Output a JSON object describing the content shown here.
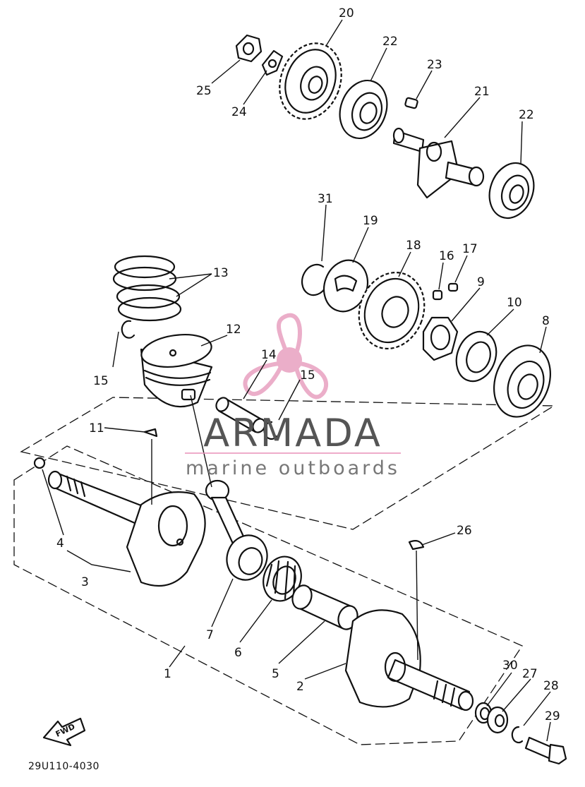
{
  "diagram": {
    "part_numbers": [
      "1",
      "2",
      "3",
      "4",
      "5",
      "6",
      "7",
      "8",
      "9",
      "10",
      "11",
      "12",
      "13",
      "14",
      "15",
      "15",
      "16",
      "17",
      "18",
      "19",
      "20",
      "21",
      "22",
      "22",
      "23",
      "24",
      "25",
      "26",
      "27",
      "28",
      "29",
      "30",
      "31"
    ],
    "direction_label": "FWD",
    "drawing_code": "29U110-4030"
  },
  "watermark": {
    "brand": "ARMADA",
    "tagline": "marine outboards",
    "colors": {
      "brand_text": "#555555",
      "accent_pink": "#e9a6c4",
      "accent_line": "#e98fb8"
    }
  }
}
